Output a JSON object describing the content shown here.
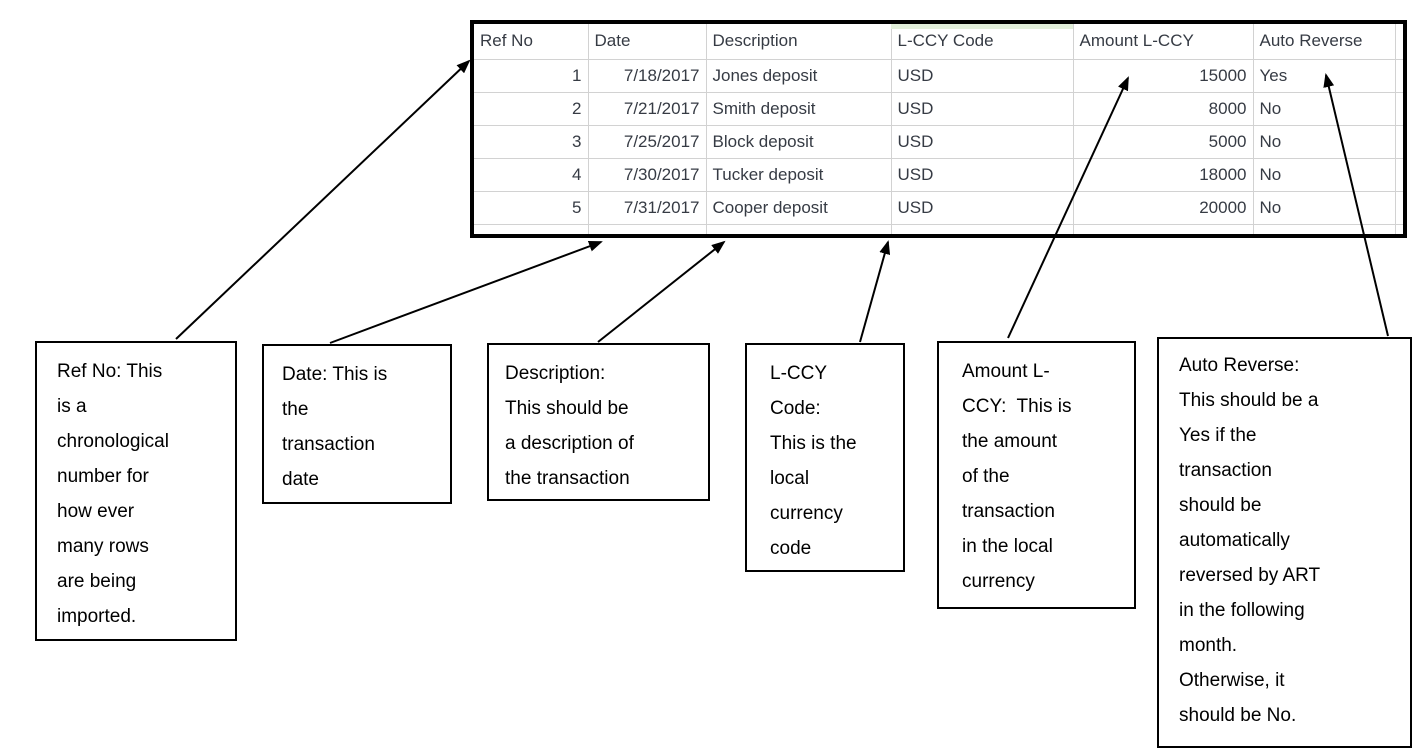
{
  "table": {
    "columns": [
      "Ref No",
      "Date",
      "Description",
      "L-CCY Code",
      "Amount L-CCY",
      "Auto Reverse"
    ],
    "rows": [
      [
        "1",
        "7/18/2017",
        "Jones deposit",
        "USD",
        "15000",
        "Yes"
      ],
      [
        "2",
        "7/21/2017",
        "Smith deposit",
        "USD",
        "8000",
        "No"
      ],
      [
        "3",
        "7/25/2017",
        "Block deposit",
        "USD",
        "5000",
        "No"
      ],
      [
        "4",
        "7/30/2017",
        "Tucker deposit",
        "USD",
        "18000",
        "No"
      ],
      [
        "5",
        "7/31/2017",
        "Cooper deposit",
        "USD",
        "20000",
        "No"
      ]
    ]
  },
  "callouts": [
    {
      "id": "ref-no",
      "text": "Ref No: This\nis a\nchronological\nnumber for\nhow ever\nmany rows\nare being\nimported."
    },
    {
      "id": "date",
      "text": "Date: This is\nthe\ntransaction\ndate"
    },
    {
      "id": "description",
      "text": "Description:\nThis should be\na description of\nthe transaction"
    },
    {
      "id": "l-ccy-code",
      "text": "L-CCY\nCode:\nThis is the\nlocal\ncurrency\ncode"
    },
    {
      "id": "amount-l-ccy",
      "text": "Amount L-\nCCY:  This is\nthe amount\nof the\ntransaction\nin the local\ncurrency"
    },
    {
      "id": "auto-reverse",
      "text": "Auto Reverse:\nThis should be a\nYes if the\ntransaction\nshould be\nautomatically\nreversed by ART\nin the following\nmonth.\nOtherwise, it\nshould be No."
    }
  ],
  "colors": {
    "table_frame": "#000000",
    "grid_line": "#d2d2d2",
    "table_text": "#363b44",
    "callout_border": "#000000",
    "callout_text": "#000000",
    "selection_tint": "#e2efda",
    "background": "#ffffff"
  }
}
